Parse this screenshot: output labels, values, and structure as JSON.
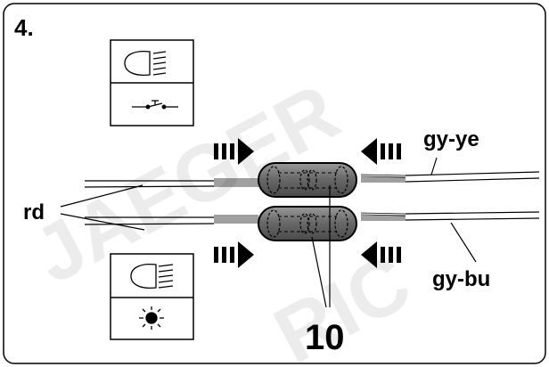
{
  "step": {
    "number": "4."
  },
  "wires": {
    "left_color": "rd",
    "right_top_color": "gy-ye",
    "right_bottom_color": "gy-bu"
  },
  "connector": {
    "part_number": "10"
  },
  "icons": {
    "top_left_box": [
      "low-beam-headlight-icon",
      "switch-symbol-icon"
    ],
    "bottom_left_box": [
      "low-beam-headlight-icon",
      "indicator-lamp-icon"
    ],
    "arrows": "push-arrow-icon"
  },
  "colors": {
    "outline": "#000000",
    "connector_fill": "#6e6e6e",
    "watermark": "#ececec"
  }
}
